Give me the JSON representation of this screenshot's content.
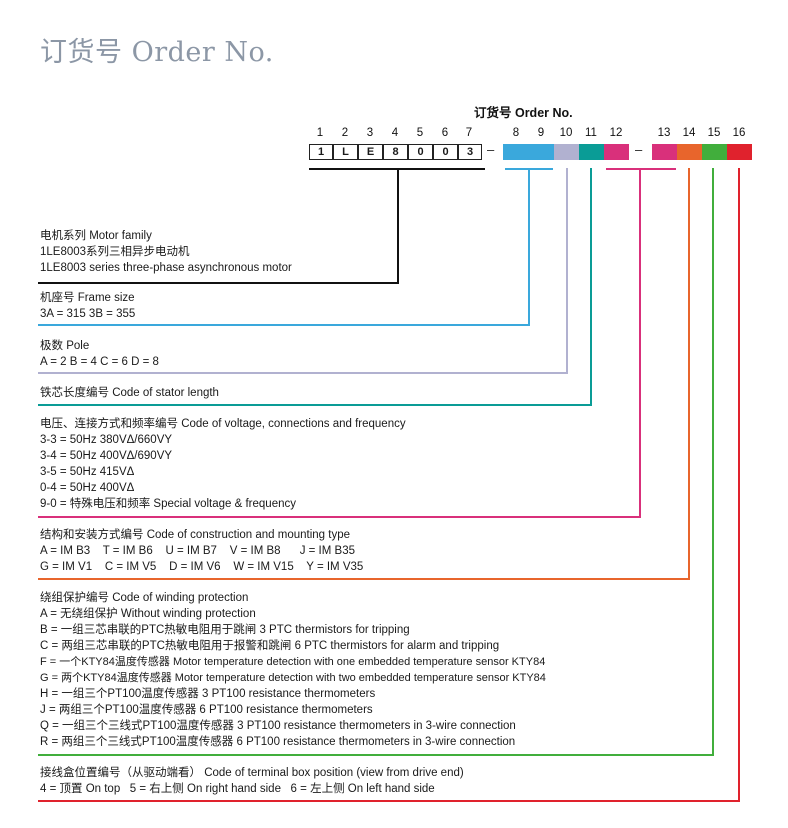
{
  "header": {
    "title": "订货号 Order No.",
    "order_label": "订货号 Order No."
  },
  "positions": [
    "1",
    "2",
    "3",
    "4",
    "5",
    "6",
    "7",
    "8",
    "9",
    "10",
    "11",
    "12",
    "13",
    "14",
    "15",
    "16"
  ],
  "code": [
    "1",
    "L",
    "E",
    "8",
    "0",
    "0",
    "3"
  ],
  "dash": "–",
  "colors": {
    "frame": "#3aa8dc",
    "pole": "#b1b1d0",
    "stator": "#0a9c96",
    "voltage": "#d9307b",
    "mounting": "#e8652c",
    "winding": "#41ae3c",
    "terminal": "#e0222d",
    "black": "#111111"
  },
  "sections": {
    "motor": {
      "head": "电机系列  Motor family",
      "lines": [
        "1LE8003系列三相异步电动机",
        "1LE8003 series three-phase asynchronous motor"
      ]
    },
    "frame": {
      "head": "机座号  Frame size",
      "lines": [
        "3A = 315   3B = 355"
      ]
    },
    "pole": {
      "head": "极数  Pole",
      "lines": [
        "A = 2   B = 4   C = 6   D = 8"
      ]
    },
    "stator": {
      "head": "铁芯长度编号  Code of stator length",
      "lines": []
    },
    "voltage": {
      "head": "电压、连接方式和频率编号  Code of voltage, connections and frequency",
      "lines": [
        "3-3 = 50Hz 380VΔ/660VY",
        "3-4 = 50Hz 400VΔ/690VY",
        "3-5 = 50Hz 415VΔ",
        "0-4 = 50Hz 400VΔ",
        "9-0 = 特殊电压和频率  Special voltage & frequency"
      ]
    },
    "mounting": {
      "head": "结构和安装方式编号  Code of construction and mounting type",
      "lines": [
        "A = IM B3    T = IM B6    U = IM B7    V = IM B8      J = IM B35",
        "G = IM V1    C = IM V5    D = IM V6    W = IM V15    Y = IM V35"
      ]
    },
    "winding": {
      "head": "绕组保护编号  Code of winding protection",
      "lines": [
        "A = 无绕组保护  Without winding protection",
        "B = 一组三芯串联的PTC热敏电阻用于跳闸  3 PTC thermistors for tripping",
        "C = 两组三芯串联的PTC热敏电阻用于报警和跳闸  6 PTC thermistors for alarm and tripping",
        "F = 一个KTY84温度传感器  Motor temperature detection with one embedded temperature sensor KTY84",
        "G = 两个KTY84温度传感器  Motor temperature detection with two embedded temperature sensor KTY84",
        "H = 一组三个PT100温度传感器  3 PT100 resistance thermometers",
        "J = 两组三个PT100温度传感器  6 PT100 resistance thermometers",
        "Q = 一组三个三线式PT100温度传感器  3 PT100 resistance thermometers in 3-wire connection",
        "R = 两组三个三线式PT100温度传感器  6 PT100 resistance thermometers in 3-wire connection"
      ]
    },
    "terminal": {
      "head": "接线盒位置编号（从驱动端看）  Code of terminal box position (view from drive end)",
      "lines": [
        "4 = 顶置 On top   5 = 右上侧 On right hand side   6 = 左上侧 On left hand side"
      ]
    }
  }
}
